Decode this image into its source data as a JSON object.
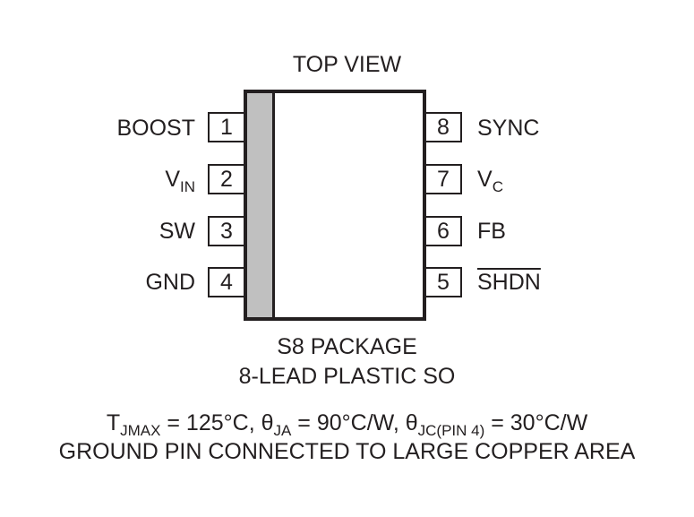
{
  "title": "TOP VIEW",
  "pins_left": [
    {
      "number": "1",
      "label": "BOOST",
      "label_sub": ""
    },
    {
      "number": "2",
      "label": "V",
      "label_sub": "IN"
    },
    {
      "number": "3",
      "label": "SW",
      "label_sub": ""
    },
    {
      "number": "4",
      "label": "GND",
      "label_sub": ""
    }
  ],
  "pins_right": [
    {
      "number": "8",
      "label": "SYNC",
      "label_sub": ""
    },
    {
      "number": "7",
      "label": "V",
      "label_sub": "C"
    },
    {
      "number": "6",
      "label": "FB",
      "label_sub": ""
    },
    {
      "number": "5",
      "label": "SHDN",
      "label_sub": ""
    }
  ],
  "package": {
    "line1": "S8 PACKAGE",
    "line2": "8-LEAD PLASTIC SO"
  },
  "thermal": {
    "t_symbol": "T",
    "t_sub": "JMAX",
    "t_value": " = 125°C, ",
    "theta_ja_symbol": "θ",
    "theta_ja_sub": "JA",
    "theta_ja_value": " = 90°C/W,  ",
    "theta_jc_symbol": "θ",
    "theta_jc_sub": "JC(PIN 4)",
    "theta_jc_value": " = 30°C/W"
  },
  "footnote": "GROUND PIN CONNECTED TO LARGE COPPER AREA"
}
